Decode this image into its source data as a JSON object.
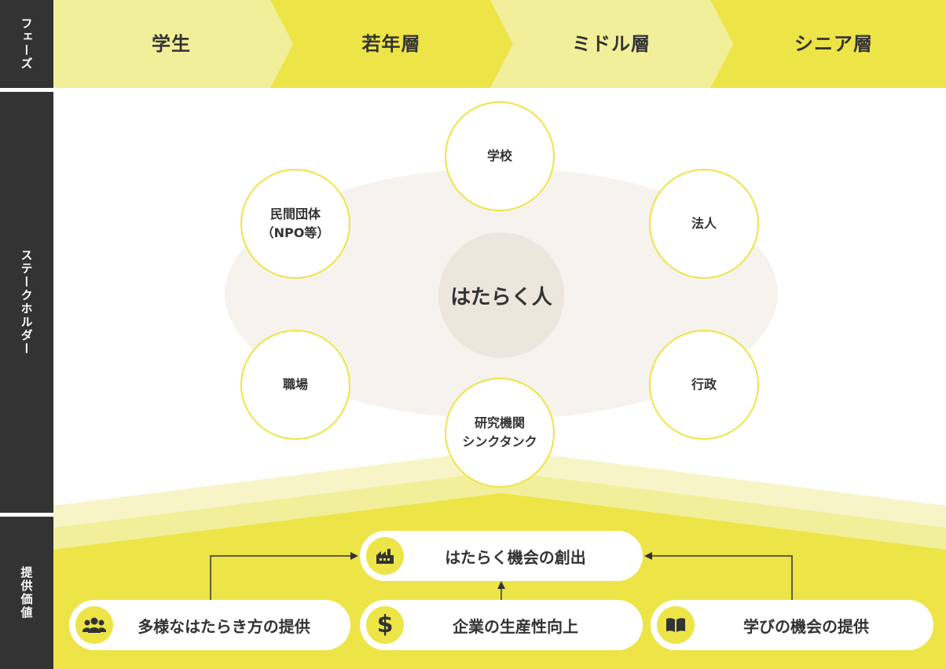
{
  "sidebar": {
    "phase": "フェーズ",
    "stakeholders": "ステークホルダー",
    "value": "提供価値"
  },
  "phases": [
    "学生",
    "若年層",
    "ミドル層",
    "シニア層"
  ],
  "center_label": "はたらく人",
  "stakeholders": {
    "school": "学校",
    "ngo_line1": "民間団体",
    "ngo_line2": "（NPO等）",
    "corporation": "法人",
    "workplace": "職場",
    "government": "行政",
    "research_line1": "研究機関",
    "research_line2": "シンクタンク"
  },
  "values": {
    "job_creation": "はたらく機会の創出",
    "diverse_work": "多様なはたらき方の提供",
    "productivity": "企業の生産性向上",
    "learning": "学びの機会の提供"
  },
  "colors": {
    "dark": "#333333",
    "yellow": "#ede447",
    "light_yellow": "#f2ef9b",
    "pale_yellow": "#f7f5c8",
    "beige": "#ece6dc"
  },
  "icons": {
    "job_creation": "factory-icon",
    "diverse_work": "people-icon",
    "productivity": "dollar-icon",
    "learning": "book-icon"
  }
}
